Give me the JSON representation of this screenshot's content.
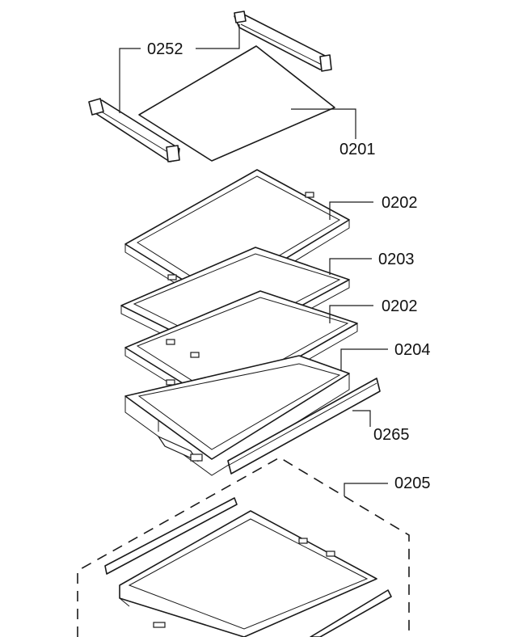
{
  "diagram": {
    "callouts": {
      "bracket_supports": "0252",
      "glass_cover_plate": "0201",
      "glass_shelf_upper": "0202",
      "glass_shelf_middle": "0203",
      "glass_shelf_lower": "0202",
      "drawer_frame": "0204",
      "front_trim_strip": "0265",
      "crisper_drawer_assembly": "0205"
    }
  }
}
